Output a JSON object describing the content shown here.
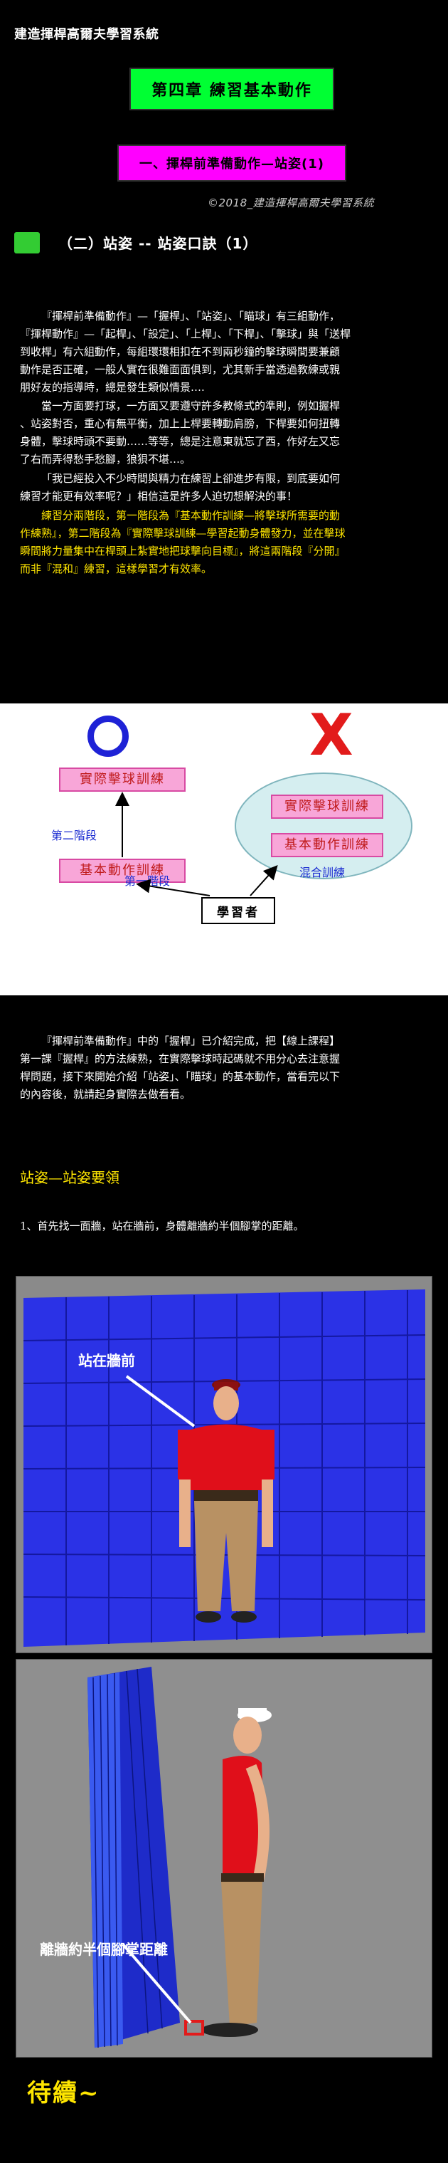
{
  "site": {
    "title": "建造揮桿高爾夫學習系統"
  },
  "chapter": {
    "title": "第四章  練習基本動作"
  },
  "section": {
    "title": "一、揮桿前準備動作—站姿(1)"
  },
  "copyright": "©2018_建造揮桿高爾夫學習系統",
  "subheading": "（二）站姿 -- 站姿口訣（1）",
  "intro": {
    "lines": [
      "『揮桿前準備動作』—「握桿」、「站姿」、「瞄球」有三組動作，",
      "『揮桿動作』—「起桿」、「設定」、「上桿」、「下桿」、「擊球」與「送桿",
      "到收桿」有六組動作，每組環環相扣在不到兩秒鐘的擊球瞬間要兼顧",
      "動作是否正確，一般人實在很難面面俱到，尤其新手當透過教練或親",
      "朋好友的指導時，總是發生類似情景…."
    ]
  },
  "para2": {
    "lines": [
      "當一方面要打球，一方面又要遵守許多教條式的準則，例如握桿",
      "、站姿對否，重心有無平衡，加上上桿要轉動肩膀，下桿要如何扭轉",
      "身體，擊球時頭不要動……等等，總是注意東就忘了西，作好左又忘",
      "了右而弄得愁手愁腳，狼狽不堪…。"
    ]
  },
  "para3": {
    "lines": [
      "「我已經投入不少時間與精力在練習上卻進步有限，到底要如何",
      "練習才能更有效率呢？」相信這是許多人迫切想解決的事！"
    ]
  },
  "para4": {
    "lines": [
      "練習分兩階段，第一階段為『基本動作訓練—將擊球所需要的動",
      "作練熟』，第二階段為『實際擊球訓練—學習起動身體發力，並在擊球",
      "瞬間將力量集中在桿頭上紮實地把球擊向目標』，將這兩階段『分開』",
      "而非『混和』練習，這樣學習才有效率。"
    ]
  },
  "diagram": {
    "actual_training": "實際擊球訓練",
    "basic_training": "基本動作訓練",
    "stage_two": "第二階段",
    "stage_one": "第一階段",
    "mixed_training": "混合訓練",
    "learner": "學習者",
    "correct_mark": "O",
    "wrong_mark": "X"
  },
  "para5": {
    "lines": [
      "『揮桿前準備動作』中的「握桿」已介紹完成，把【線上課程】",
      "第一課『握桿』的方法練熟，在實際擊球時起碼就不用分心去注意握",
      "桿問題，接下來開始介紹「站姿」、「瞄球」的基本動作，當看完以下",
      "的內容後，就請起身實際去做看看。"
    ]
  },
  "section_title": "站姿—站姿要領",
  "step1": "1、首先找一面牆，站在牆前，身體離牆約半個腳掌的距離。",
  "image1": {
    "label": "站在牆前"
  },
  "image2": {
    "label": "離牆約半個腳掌距離"
  },
  "ending": "待續~",
  "colors": {
    "green": "#00ff33",
    "magenta": "#ff00ff",
    "yellow": "#ffe600",
    "blue": "#1e22d6",
    "red": "#e21b1b"
  }
}
